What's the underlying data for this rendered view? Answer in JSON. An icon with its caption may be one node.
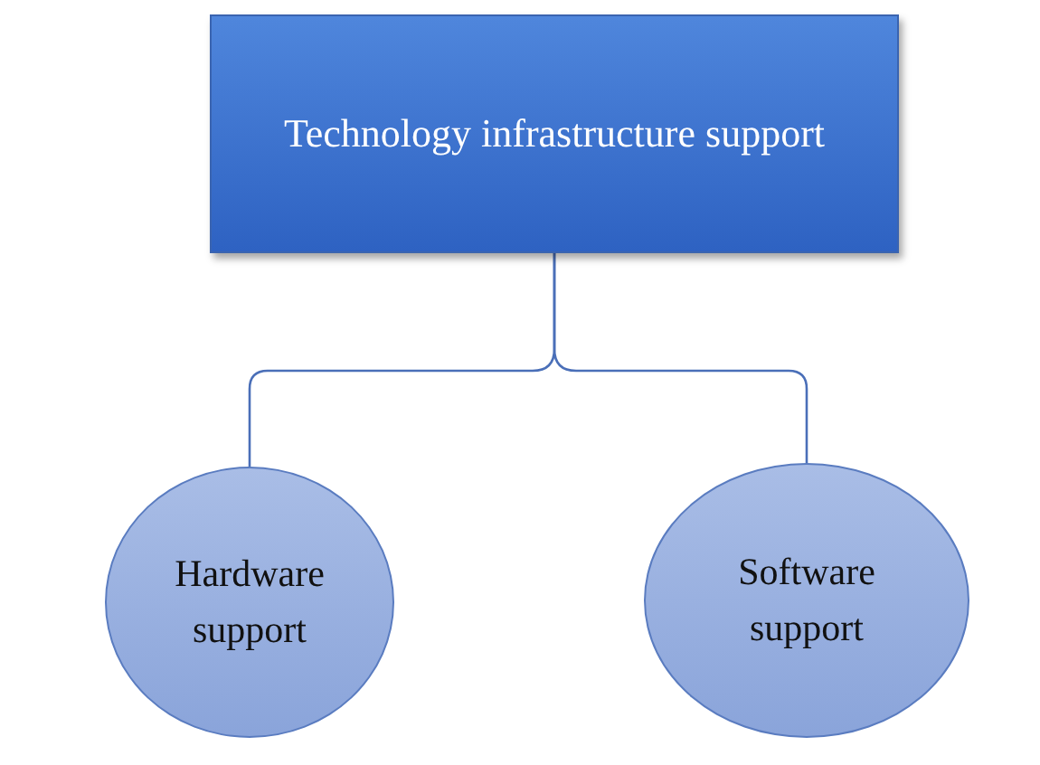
{
  "diagram": {
    "nodes": [
      {
        "text": [
          "Technology infrastructure support"
        ]
      },
      {
        "text": [
          "Hardware support"
        ]
      },
      {
        "text": [
          "Software support"
        ]
      }
    ],
    "edges": [
      {
        "from": 0,
        "to": 1,
        "arrow": "none"
      },
      {
        "from": 0,
        "to": 2,
        "arrow": "none"
      }
    ]
  }
}
